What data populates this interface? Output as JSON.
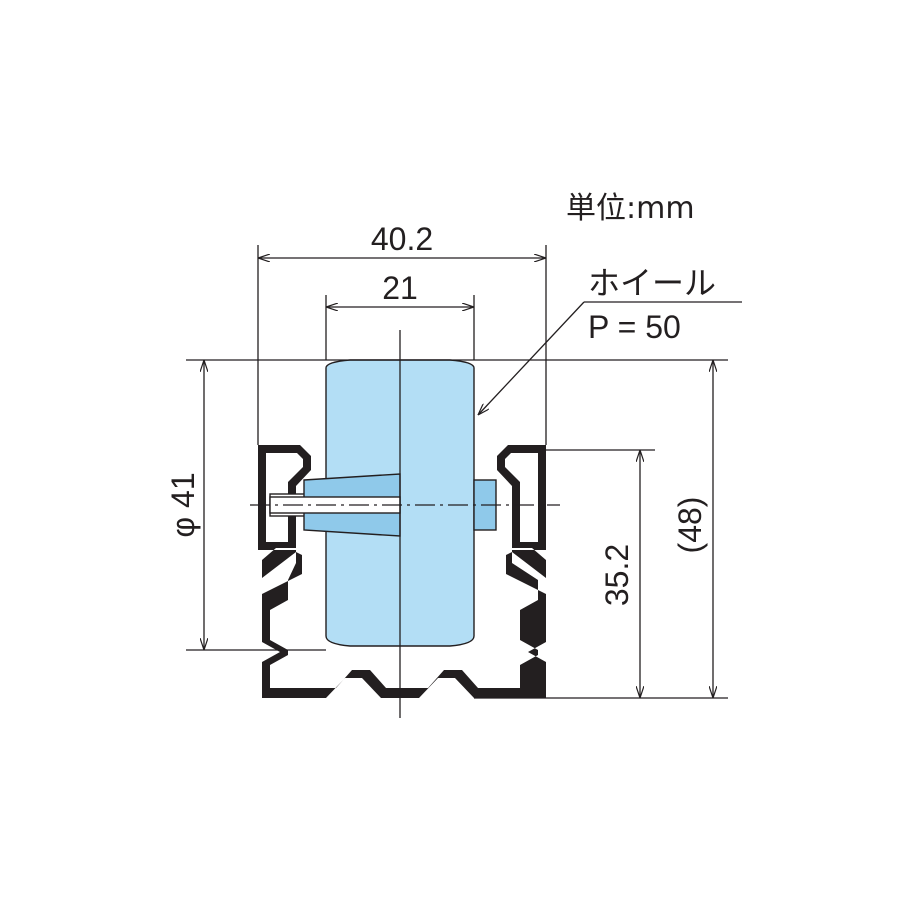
{
  "unit_label": "単位:mm",
  "wheel_label": "ホイール",
  "pitch_label": "P = 50",
  "dimensions": {
    "overall_width": "40.2",
    "wheel_width": "21",
    "wheel_diameter": "φ 41",
    "axle_height": "35.2",
    "overall_height": "(48)"
  },
  "colors": {
    "wheel_fill": "#b3def5",
    "hub_fill": "#8fc9ea",
    "line": "#231f20",
    "background": "#ffffff"
  }
}
